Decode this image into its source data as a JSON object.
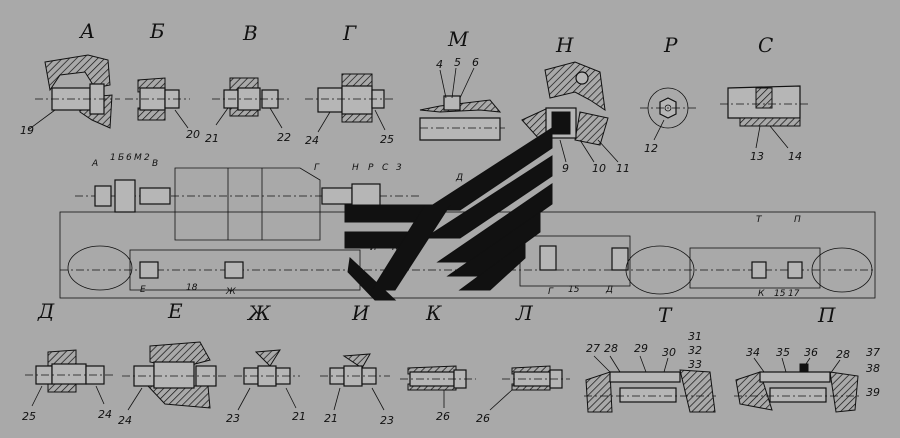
{
  "view_letters": {
    "a": "А",
    "b": "Б",
    "v": "В",
    "g": "Г",
    "m": "М",
    "n": "Н",
    "p": "Р",
    "s": "С",
    "d": "Д",
    "e": "Е",
    "zh": "Ж",
    "i": "И",
    "k": "К",
    "l": "Л",
    "t": "Т",
    "pe": "П"
  },
  "callouts": {
    "n19": "19",
    "n20": "20",
    "n21a": "21",
    "n22": "22",
    "n24a": "24",
    "n25a": "25",
    "n4": "4",
    "n5": "5",
    "n6": "6",
    "n9": "9",
    "n10": "10",
    "n11": "11",
    "n12": "12",
    "n13": "13",
    "n14": "14",
    "n25b": "25",
    "n24b": "24",
    "n24c": "24",
    "n23a": "23",
    "n21b": "21",
    "n21c": "21",
    "n23b": "23",
    "n26a": "26",
    "n26b": "26",
    "n27": "27",
    "n28a": "28",
    "n29": "29",
    "n30": "30",
    "n31": "31",
    "n32": "32",
    "n33": "33",
    "n34": "34",
    "n35": "35",
    "n36": "36",
    "n28b": "28",
    "n37": "37",
    "n38": "38",
    "n39": "39"
  },
  "assembly_marks": {
    "a": "А",
    "b": "Б",
    "v": "В",
    "m1": "1",
    "m6": "6",
    "m2": "2",
    "g": "Г",
    "n": "Н",
    "r": "Р",
    "c": "С",
    "m3": "3",
    "d": "Д",
    "e": "Е",
    "m18": "18",
    "zh": "Ж",
    "i": "И",
    "k": "К",
    "l": "Л",
    "g2": "Г",
    "m15": "15",
    "d2": "Д",
    "t": "Т",
    "p": "П",
    "k2": "К",
    "m15b": "15",
    "m17": "17"
  },
  "colors": {
    "background": "#a9a9a9",
    "ink": "#111111",
    "logo": "#111111"
  },
  "logo": {
    "icon": "stylized-stripes-logo"
  }
}
